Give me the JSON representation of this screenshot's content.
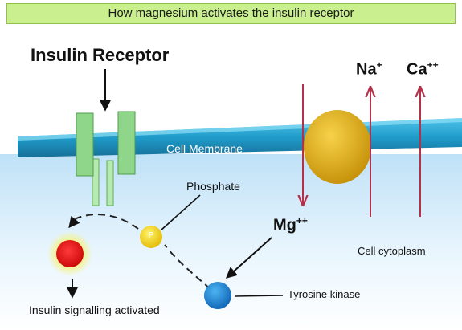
{
  "title": "How magnesium activates the insulin receptor",
  "labels": {
    "insulin_receptor": "Insulin Receptor",
    "na": "Na",
    "na_charge": "+",
    "ca": "Ca",
    "ca_charge": "++",
    "cell_membrane": "Cell Membrane",
    "phosphate": "Phosphate",
    "mg": "Mg",
    "mg_charge": "++",
    "cell_cytoplasm": "Cell cytoplasm",
    "tyrosine_kinase": "Tyrosine kinase",
    "insulin_signalling": "Insulin signalling activated",
    "phosphate_badge": "P"
  },
  "colors": {
    "membrane": "#2aa6d3",
    "receptor": "#8fd68a",
    "ion_channel": "#e0b00c",
    "ion_arrow": "#b5314a",
    "phosphate_node": "#f3d50a",
    "tyrosine_node": "#1d86d6",
    "signalling_node": "#e01010"
  }
}
